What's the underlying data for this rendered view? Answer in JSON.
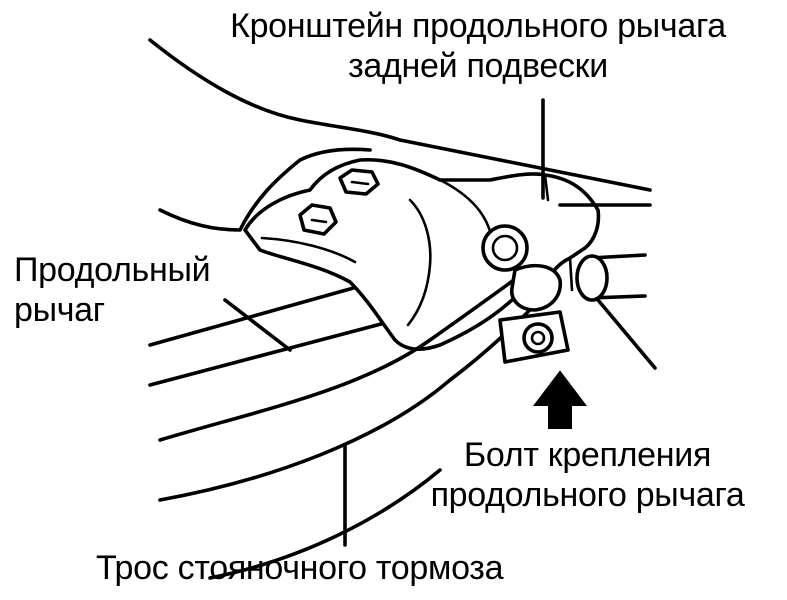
{
  "labels": {
    "bracket": {
      "line1": "Кронштейн продольного рычага",
      "line2": "задней подвески"
    },
    "arm": {
      "line1": "Продольный",
      "line2": "рычаг"
    },
    "bolt": {
      "line1": "Болт крепления",
      "line2": "продольного рычага"
    },
    "cable": {
      "line1": "Трос стояночного тормоза"
    }
  }
}
